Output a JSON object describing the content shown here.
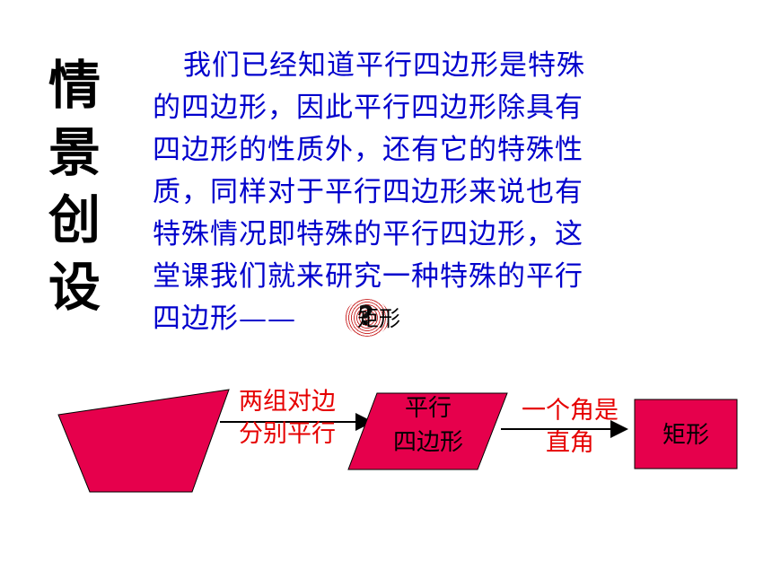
{
  "side_title": [
    "情",
    "景",
    "创",
    "设"
  ],
  "intro_lines": [
    "我们已经知道平行四边形是特殊",
    "的四边形，因此平行四边形除具有",
    "四边形的性质外，还有它的特殊性",
    "质，同样对于平行四边形来说也有",
    "特殊情况即特殊的平行四边形，这",
    "堂课我们就来研究一种特殊的平行",
    "四边形——"
  ],
  "question_word": "矩形",
  "flow": {
    "step1_label": [
      "两组对边",
      "分别平行"
    ],
    "parallelogram_label": [
      "平行",
      "四边形"
    ],
    "step2_label": [
      "一个角是",
      "直角"
    ],
    "rectangle_label": "矩形"
  },
  "colors": {
    "shape_fill": "#e6004c",
    "intro_text": "#0000cc",
    "condition_text": "#e60000"
  },
  "icons": [
    "question-icon"
  ]
}
